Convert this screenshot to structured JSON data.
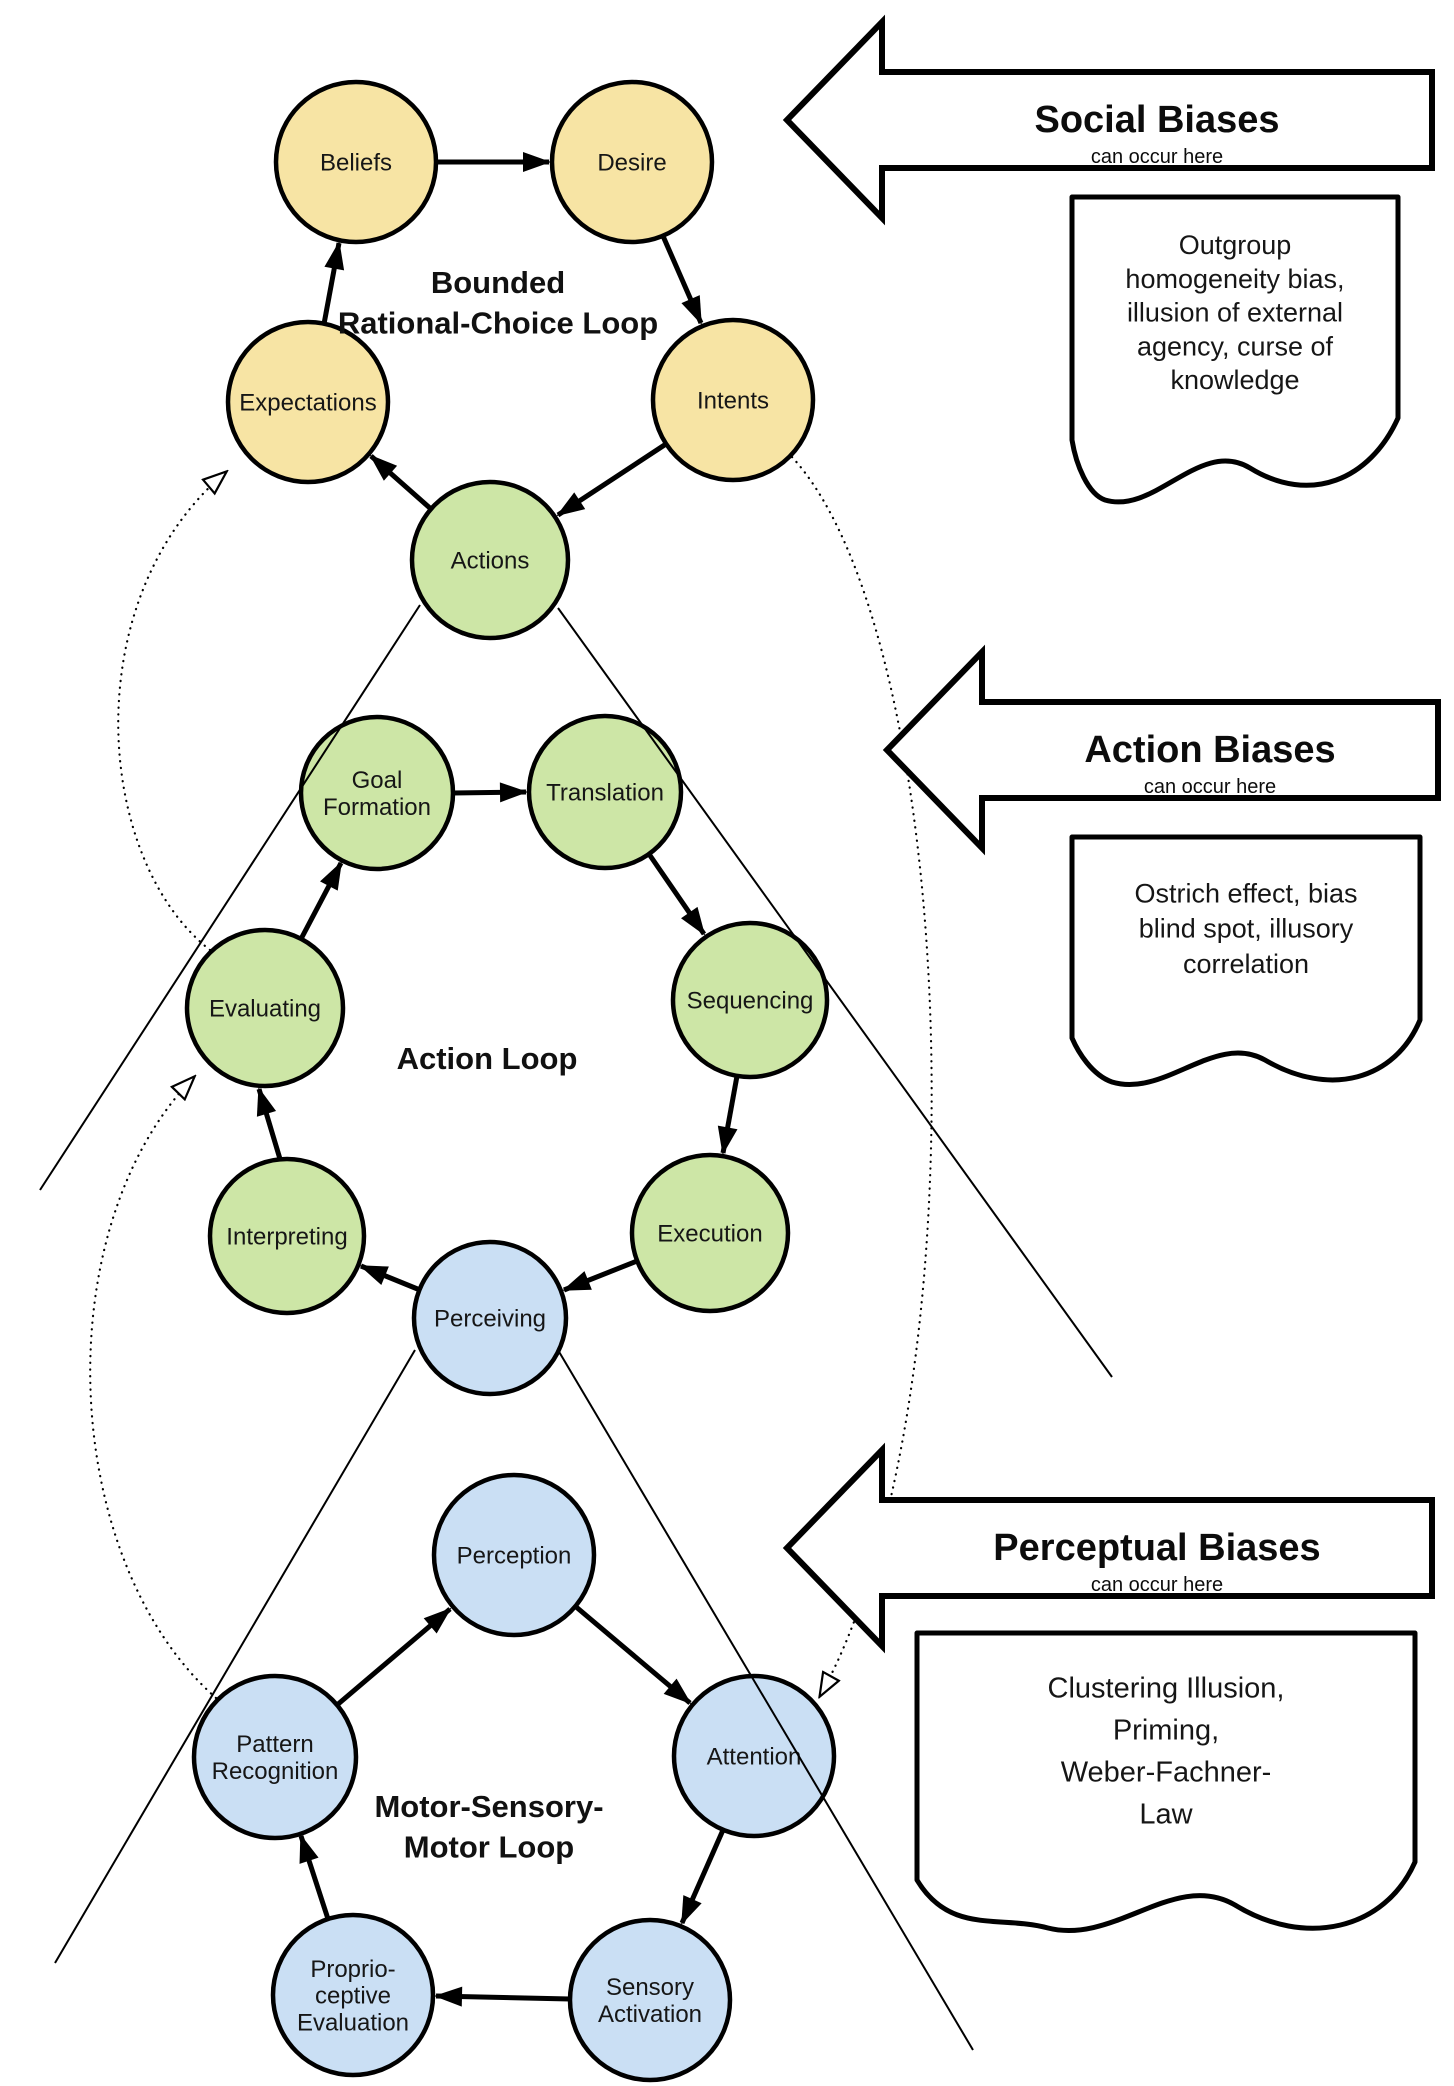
{
  "colors": {
    "node_yellow": "#f7e4a4",
    "node_green": "#cde6a6",
    "node_blue": "#cadff4",
    "outline": "#000000",
    "background": "#ffffff"
  },
  "loops": {
    "rational": {
      "title": "Bounded\nRational-Choice Loop"
    },
    "action": {
      "title": "Action Loop"
    },
    "motor": {
      "title": "Motor-Sensory-\nMotor Loop"
    }
  },
  "nodes": {
    "beliefs": {
      "label": "Beliefs"
    },
    "desire": {
      "label": "Desire"
    },
    "expectations": {
      "label": "Expectations"
    },
    "intents": {
      "label": "Intents"
    },
    "actions": {
      "label": "Actions"
    },
    "goal_formation": {
      "label": "Goal\nFormation"
    },
    "translation": {
      "label": "Translation"
    },
    "evaluating": {
      "label": "Evaluating"
    },
    "sequencing": {
      "label": "Sequencing"
    },
    "interpreting": {
      "label": "Interpreting"
    },
    "execution": {
      "label": "Execution"
    },
    "perceiving": {
      "label": "Perceiving"
    },
    "perception": {
      "label": "Perception"
    },
    "pattern_recognition": {
      "label": "Pattern\nRecognition"
    },
    "attention": {
      "label": "Attention"
    },
    "sensory_activation": {
      "label": "Sensory\nActivation"
    },
    "proprioceptive_evaluation": {
      "label": "Proprio-\nceptive\nEvaluation"
    }
  },
  "banners": {
    "social": {
      "title": "Social Biases",
      "subtitle": "can occur here"
    },
    "action": {
      "title": "Action Biases",
      "subtitle": "can occur here"
    },
    "perceptual": {
      "title": "Perceptual Biases",
      "subtitle": "can occur here"
    }
  },
  "notes": {
    "social": {
      "text": "Outgroup\nhomogeneity bias,\nillusion of external\nagency, curse of\nknowledge"
    },
    "action": {
      "text": "Ostrich effect, bias\nblind spot, illusory\ncorrelation"
    },
    "perceptual": {
      "text": "Clustering Illusion,\nPriming,\nWeber-Fachner-\nLaw"
    }
  }
}
